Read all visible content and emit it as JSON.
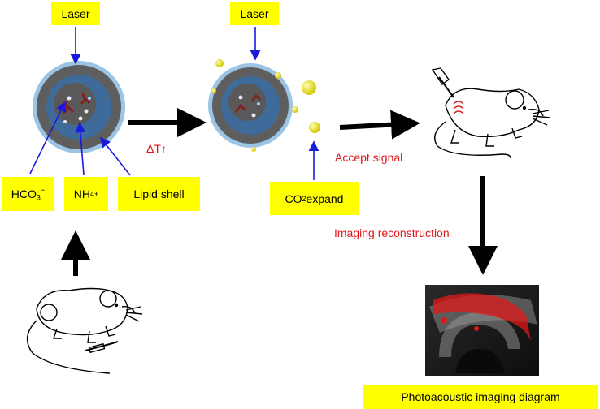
{
  "labels": {
    "laser_left": "Laser",
    "laser_right": "Laser",
    "hco3_main": "HCO",
    "hco3_sub": "3",
    "hco3_sup": "−",
    "nh4_main": "NH",
    "nh4_sub": "4",
    "nh4_sup": "+",
    "lipid_shell": "Lipid shell",
    "co2_main": "CO",
    "co2_sub": "2",
    "co2_rest": " expand",
    "photoacoustic": "Photoacoustic imaging diagram"
  },
  "red_text": {
    "delta_t": "ΔT↑",
    "accept_signal": "Accept signal",
    "imaging_reconstruction": "Imaging reconstruction"
  },
  "colors": {
    "highlight": "#ffff00",
    "arrow_blue": "#1a1adc",
    "arrow_black": "#000000",
    "text_red": "#e0161b"
  }
}
